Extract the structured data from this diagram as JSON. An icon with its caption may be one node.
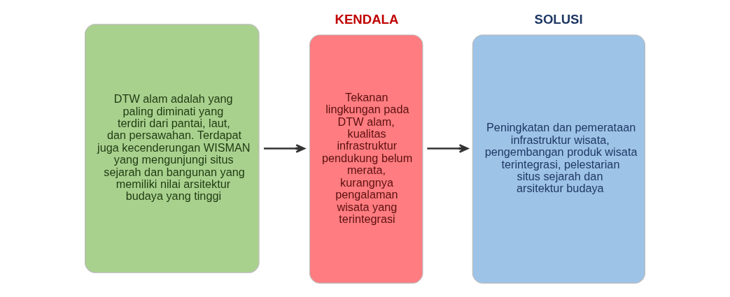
{
  "diagram": {
    "nodes": [
      {
        "text": [
          "DTW alam adalah yang paling diminati yang terdiri dari pantai, laut, dan persawahan. Terdapat juga kecenderungan WISMAN yang mengunjungi situs sejarah dan bangunan yang memiliki nilai arsitektur budaya yang tinggi"
        ]
      },
      {
        "text": [
          "KENDALA",
          "Tekanan lingkungan pada DTW alam, kualitas infrastruktur pendukung belum merata, kurangnya pengalaman wisata yang terintegrasi"
        ]
      },
      {
        "text": [
          "SOLUSI",
          "Peningkatan dan pemerataan infrastruktur wisata, pengembangan produk wisata terintegrasi, pelestarian situs sejarah dan arsitektur budaya"
        ]
      }
    ],
    "edges": [
      {
        "from": 0,
        "to": 1,
        "arrow": "to"
      },
      {
        "from": 1,
        "to": 2,
        "arrow": "to"
      }
    ]
  }
}
